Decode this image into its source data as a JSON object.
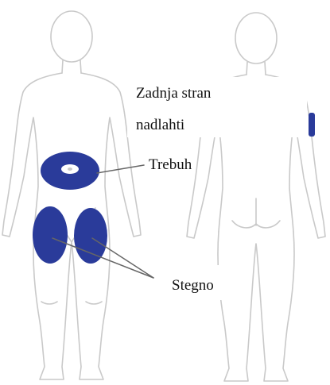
{
  "labels": {
    "back_of_upper_arm_line1": "Zadnja stran",
    "back_of_upper_arm_line2": "nadlahti",
    "abdomen": "Trebuh",
    "thigh": "Stegno"
  },
  "colors": {
    "outline": "#c9c9c9",
    "injection_site": "#2a3b9a",
    "pointer": "#666666",
    "text": "#111111",
    "background": "#ffffff"
  }
}
